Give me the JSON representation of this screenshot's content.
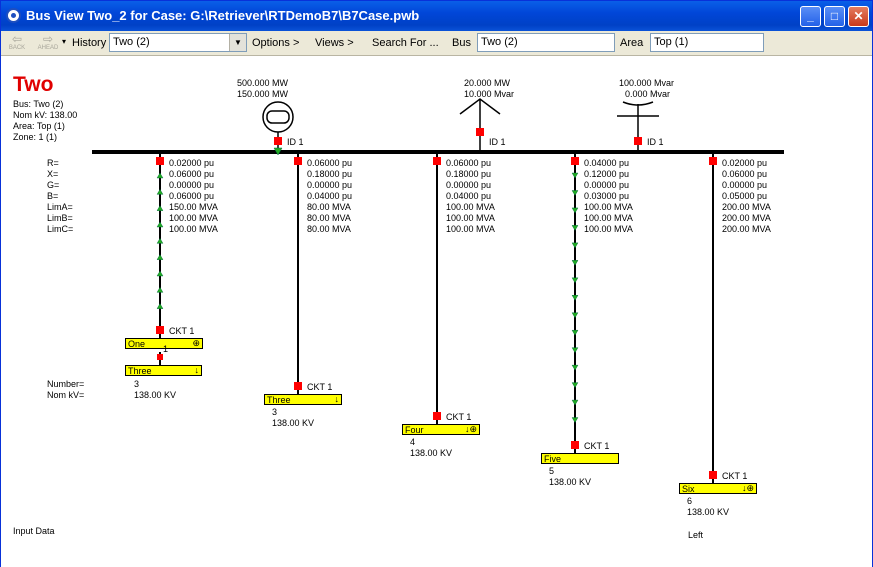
{
  "window": {
    "title": "Bus View Two_2 for Case: G:\\Retriever\\RTDemoB7\\B7Case.pwb",
    "minimize": "_",
    "maximize": "□",
    "close": "✕"
  },
  "toolbar": {
    "back_label": "BACK",
    "ahead_label": "AHEAD",
    "history_label": "History",
    "history_value": "Two (2)",
    "options_label": "Options >",
    "views_label": "Views >",
    "search_label": "Search For ...",
    "bus_label": "Bus",
    "bus_value": "Two (2)",
    "area_label": "Area",
    "area_value": "Top (1)"
  },
  "bus": {
    "name": "Two",
    "info": [
      "Bus: Two (2)",
      "Nom kV: 138.00",
      "Area: Top (1)",
      "Zone: 1 (1)"
    ]
  },
  "generator": {
    "mw": "500.000 MW",
    "mvar": "150.000 MW",
    "id": "ID 1"
  },
  "load": {
    "mw": "20.000 MW",
    "mvar": "10.000 Mvar",
    "id": "ID 1"
  },
  "shunt": {
    "mvar": "100.000 Mvar",
    "mvar2": "0.000 Mvar",
    "id": "ID 1"
  },
  "param_labels": [
    "R=",
    "X=",
    "G=",
    "B=",
    "LimA=",
    "LimB=",
    "LimC="
  ],
  "branches": [
    {
      "values": [
        "0.02000 pu",
        "0.06000 pu",
        "0.00000 pu",
        "0.06000 pu",
        "150.00 MVA",
        "100.00 MVA",
        "100.00 MVA"
      ],
      "ckt": "CKT 1",
      "to_bus": "One",
      "to_number": "",
      "to_kv": ""
    },
    {
      "values": [
        "0.06000 pu",
        "0.18000 pu",
        "0.00000 pu",
        "0.04000 pu",
        "80.00 MVA",
        "80.00 MVA",
        "80.00 MVA"
      ],
      "ckt": "CKT 1",
      "to_bus": "Three",
      "to_number": "3",
      "to_kv": "138.00 KV"
    },
    {
      "values": [
        "0.06000 pu",
        "0.18000 pu",
        "0.00000 pu",
        "0.04000 pu",
        "100.00 MVA",
        "100.00 MVA",
        "100.00 MVA"
      ],
      "ckt": "CKT 1",
      "to_bus": "Four",
      "to_number": "4",
      "to_kv": "138.00 KV"
    },
    {
      "values": [
        "0.04000 pu",
        "0.12000 pu",
        "0.00000 pu",
        "0.03000 pu",
        "100.00 MVA",
        "100.00 MVA",
        "100.00 MVA"
      ],
      "ckt": "CKT 1",
      "to_bus": "Five",
      "to_number": "5",
      "to_kv": "138.00 KV"
    },
    {
      "values": [
        "0.02000 pu",
        "0.06000 pu",
        "0.00000 pu",
        "0.05000 pu",
        "200.00 MVA",
        "200.00 MVA",
        "200.00 MVA"
      ],
      "ckt": "CKT 1",
      "to_bus": "Six",
      "to_number": "6",
      "to_kv": "138.00 KV"
    }
  ],
  "second_level": {
    "bus": "Three",
    "number_label": "Number=",
    "kv_label": "Nom kV=",
    "number": "3",
    "kv": "138.00 KV",
    "marker": "1"
  },
  "footer": {
    "input_data": "Input Data",
    "left": "Left"
  },
  "colors": {
    "bus_name": "#E00000",
    "breaker": "#FF0000",
    "box": "#FFFF00",
    "arrow": "#22AA22"
  }
}
